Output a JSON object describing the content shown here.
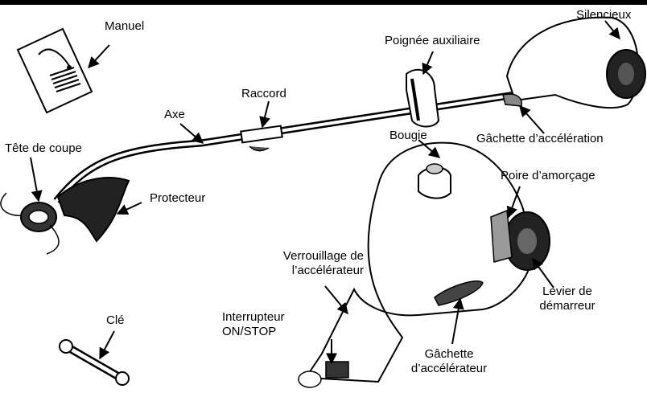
{
  "labels": {
    "manuel": "Manuel",
    "silencieux": "Silencieux",
    "poignee_auxiliaire": "Poignée auxiliaire",
    "raccord": "Raccord",
    "axe": "Axe",
    "gachette_acceleration": "Gâchette d’accélération",
    "tete_de_coupe": "Tête de coupe",
    "bougie": "Bougie",
    "protecteur": "Protecteur",
    "poire_amorcage": "Poire d’amorçage",
    "verrouillage_line1": "Verrouillage de",
    "verrouillage_line2": "l’accélérateur",
    "levier_line1": "Levier de",
    "levier_line2": "démarreur",
    "cle": "Clé",
    "interrupteur_line1": "Interrupteur",
    "interrupteur_line2": "ON/STOP",
    "gachette_line1": "Gâchette",
    "gachette_line2": "d’accélérateur"
  }
}
